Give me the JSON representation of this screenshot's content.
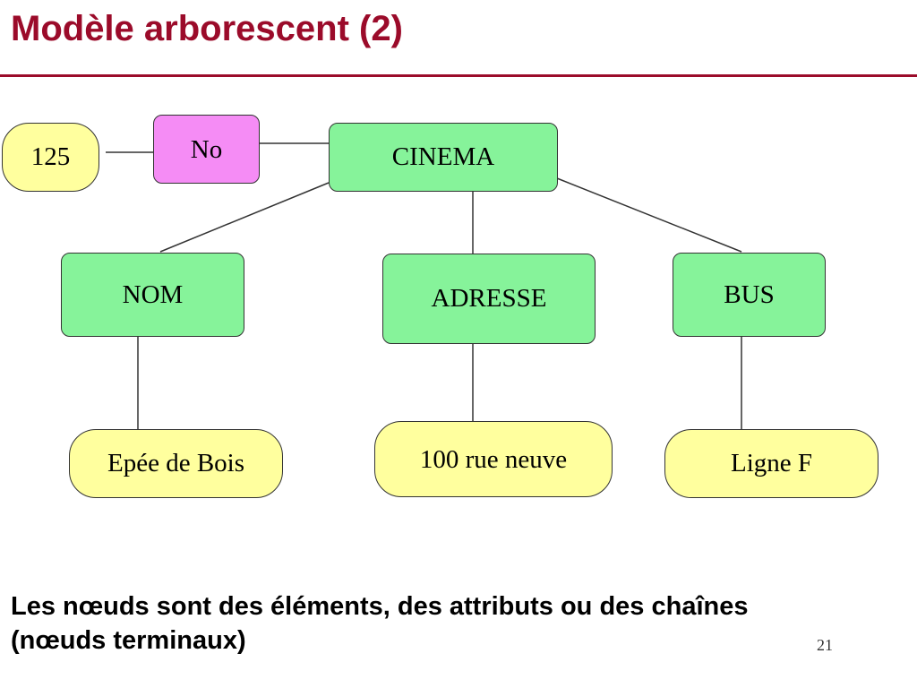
{
  "slide": {
    "title": "Modèle arborescent (2)",
    "caption": "Les nœuds sont des éléments, des attributs ou des chaînes (nœuds terminaux)",
    "page_number": "21"
  },
  "tree": {
    "root": {
      "label": "CINEMA",
      "type": "element",
      "attribute": {
        "name": "No",
        "value": "125"
      },
      "children": [
        {
          "label": "NOM",
          "type": "element",
          "text": "Epée de Bois"
        },
        {
          "label": "ADRESSE",
          "type": "element",
          "text": "100 rue neuve"
        },
        {
          "label": "BUS",
          "type": "element",
          "text": "Ligne F"
        }
      ]
    }
  },
  "colors": {
    "title": "#9b0b2a",
    "element_fill": "#86f39a",
    "attribute_fill": "#f58cf5",
    "text_fill": "#ffff9e"
  }
}
